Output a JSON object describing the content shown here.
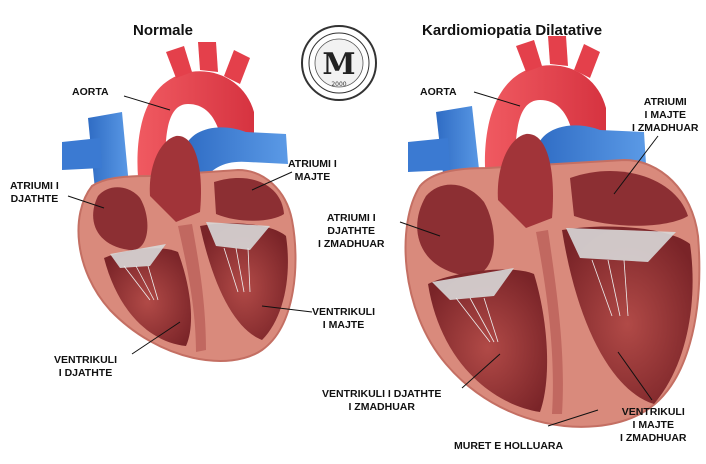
{
  "titles": {
    "normal": "Normale",
    "dilated": "Kardiomiopatia Dilatative"
  },
  "logo": {
    "letter": "M",
    "year": "2000",
    "name": "logo-seal"
  },
  "labels": {
    "normal": {
      "aorta": "AORTA",
      "right_atrium": "ATRIUMI I\nDJATHTE",
      "left_atrium": "ATRIUMI I\nMAJTE",
      "left_ventricle": "VENTRIKULI\nI MAJTE",
      "right_ventricle": "VENTRIKULI\nI DJATHTE"
    },
    "dilated": {
      "aorta": "AORTA",
      "left_atrium": "ATRIUMI\nI MAJTE\nI ZMADHUAR",
      "right_atrium": "ATRIUMI I\nDJATHTE\nI ZMADHUAR",
      "right_ventricle": "VENTRIKULI I DJATHTE\nI ZMADHUAR",
      "walls": "MURET E HOLLUARA",
      "left_ventricle": "VENTRIKULI\nI MAJTE\nI ZMADHUAR"
    }
  },
  "colors": {
    "aorta": "#e8434d",
    "vein": "#3d7fd6",
    "muscle": "#9b3a3a",
    "chamber": "#8c2f33",
    "outer": "#d98a7c",
    "valve": "#d8d8d8"
  }
}
